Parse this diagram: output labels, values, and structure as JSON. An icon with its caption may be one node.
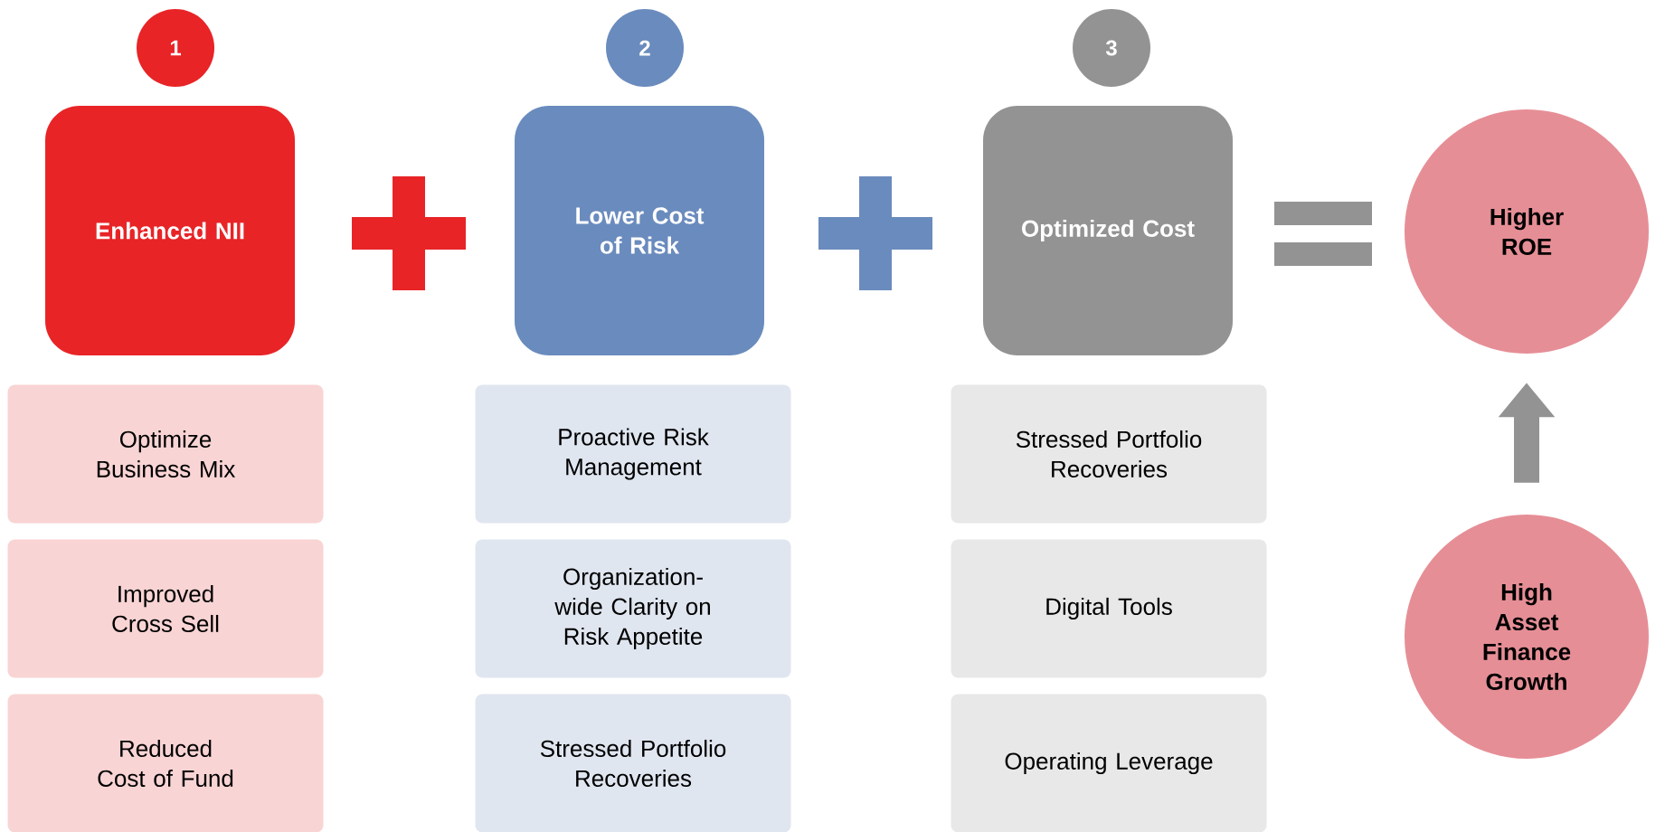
{
  "diagram": {
    "nodes": [
      {
        "text": [
          "1"
        ]
      },
      {
        "text": [
          "2"
        ]
      },
      {
        "text": [
          "3"
        ]
      },
      {
        "text": [
          "Enhanced NII"
        ]
      },
      {
        "text": [
          "Lower Cost of Risk"
        ]
      },
      {
        "text": [
          "Optimized Cost"
        ]
      },
      {
        "text": [
          "Higher ROE"
        ]
      },
      {
        "text": [
          "Optimize Business Mix"
        ]
      },
      {
        "text": [
          "Improved Cross Sell"
        ]
      },
      {
        "text": [
          "Reduced Cost of Fund"
        ]
      },
      {
        "text": [
          "Proactive Risk Management"
        ]
      },
      {
        "text": [
          "Organization-wide Clarity on Risk Appetite"
        ]
      },
      {
        "text": [
          "Stressed Portfolio Recoveries"
        ]
      },
      {
        "text": [
          "Stressed Portfolio Recoveries"
        ]
      },
      {
        "text": [
          "Digital Tools"
        ]
      },
      {
        "text": [
          "Operating Leverage"
        ]
      },
      {
        "text": [
          "High Asset Finance Growth"
        ]
      },
      {
        "text": [],
        "shape": "plus"
      },
      {
        "text": [],
        "shape": "plus"
      },
      {
        "text": [],
        "shape": "equals"
      }
    ],
    "edges": [
      {
        "from": 16,
        "to": 6,
        "arrow": "to"
      }
    ]
  }
}
